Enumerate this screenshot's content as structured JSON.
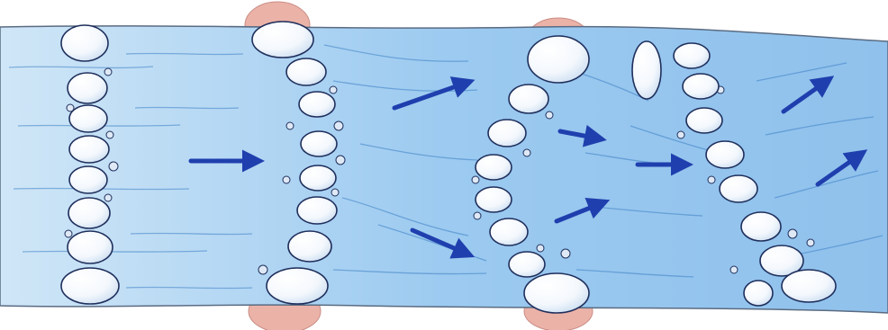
{
  "diagram": {
    "colors": {
      "background": "#ffffff",
      "water_light": "#cfe6f7",
      "water": "#9ccaf0",
      "water_dark": "#7db6e6",
      "bank_edge": "#5a6b82",
      "flow_line": "#3d7fc4",
      "boulder_fill": "#ffffff",
      "boulder_shade": "#d6e6f6",
      "boulder_outline": "#1f2f5c",
      "arrow": "#1f3fae",
      "scour_zone": "#e8a59a"
    },
    "icons": [
      "boulder-icon",
      "flow-arrow-icon",
      "scour-zone-icon"
    ],
    "structures": [
      {
        "name": "straight-boulder-weir",
        "shape": "straight"
      },
      {
        "name": "upstream-curved-boulder-weir",
        "shape": "curved-upstream"
      },
      {
        "name": "downstream-curved-boulder-weir",
        "shape": "curved-downstream"
      },
      {
        "name": "diagonal-boulder-weir",
        "shape": "diagonal"
      }
    ],
    "flow_direction": "left-to-right"
  }
}
